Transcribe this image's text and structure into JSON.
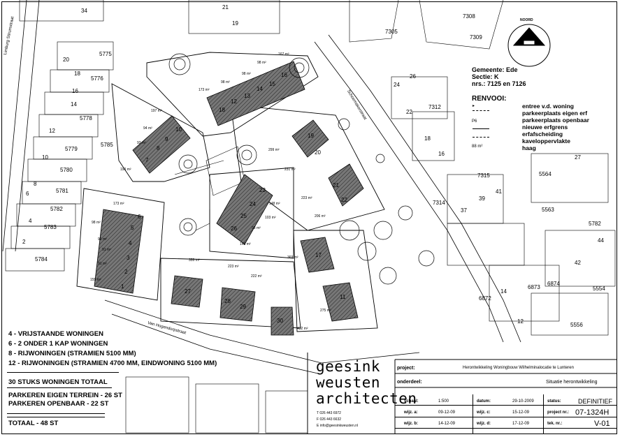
{
  "site_info": {
    "gemeente": "Gemeente: Ede",
    "sectie": "Sectie: K",
    "nrs": "nrs.: 7125 en 7126",
    "north": "NOORD"
  },
  "renvooi": {
    "title": "RENVOOI:",
    "items": [
      "entree v.d. woning",
      "parkeerplaats eigen erf",
      "parkeerplaats openbaar",
      "nieuwe erfgrens",
      "erfafscheiding",
      "kaveloppervlakte",
      "haag"
    ],
    "symbol_p6": "P6",
    "symbol_area": "88 m²"
  },
  "streets": {
    "limburg": "Limburg Stirumstraat",
    "schoemaker": "Schoemakerstraat",
    "hogendorp": "Van Hogendorpstraat"
  },
  "summary": {
    "lines": [
      "4  - VRIJSTAANDE WONINGEN",
      "6  - 2 ONDER 1 KAP WONINGEN",
      "8  - RIJWONINGEN (STRAMIEN 5100 MM)",
      "12 - RIJWONINGEN (STRAMIEN 4700 MM, EINDWONING 5100 MM)"
    ],
    "total_homes": "30 STUKS WONINGEN TOTAAL",
    "parking_private": "PARKEREN EIGEN TERREIN - 26 ST",
    "parking_public": "PARKEREN OPENBAAR - 22 ST",
    "total_parking": "TOTAAL - 48 ST"
  },
  "office": {
    "logo_lines": [
      "geesink",
      "weusten",
      "architecten"
    ],
    "contact": [
      "T  026 443 6972",
      "F  026 443 6632",
      "E  info@geesinkweusten.nl"
    ]
  },
  "title_block": {
    "project_label": "project:",
    "project_value": "Herontwikkeling Woningbouw Wilhelminalocatie te Lunteren",
    "onderdeel_label": "onderdeel:",
    "onderdeel_value": "Situatie herontwikkeling",
    "schaal_label": "schaal:",
    "schaal_value": "1:500",
    "datum_label": "datum:",
    "datum_value": "29-10-2009",
    "status_label": "status:",
    "status_value": "DEFINITIEF",
    "wijz_a_label": "wijz. a:",
    "wijz_a_value": "09-12-09",
    "wijz_c_label": "wijz. c:",
    "wijz_c_value": "15-12-09",
    "projectnr_label": "project nr.:",
    "projectnr_value": "07-1324H",
    "wijz_b_label": "wijz. b:",
    "wijz_b_value": "14-12-09",
    "wijz_d_label": "wijz. d:",
    "wijz_d_value": "17-12-09",
    "tekning_label": "tek. nr.:",
    "tekning_value": "V-01"
  },
  "plot_areas": [
    "167 m²",
    "173 m²",
    "98 m²",
    "98 m²",
    "98 m²",
    "197 m²",
    "94 m²",
    "93 m²",
    "190 m²",
    "299 m²",
    "231 m²",
    "223 m²",
    "206 m²",
    "148 m²",
    "103 m²",
    "98 m²",
    "143 m²",
    "173 m²",
    "98 m²",
    "91 m²",
    "91 m²",
    "91 m²",
    "155 m²",
    "355 m²",
    "223 m²",
    "222 m²",
    "369 m²",
    "275 m²",
    "432 m²"
  ],
  "house_numbers": [
    "18",
    "12",
    "13",
    "14",
    "15",
    "16",
    "10",
    "9",
    "8",
    "7",
    "6",
    "5",
    "4",
    "3",
    "2",
    "1",
    "19",
    "20",
    "21",
    "22",
    "23",
    "24",
    "25",
    "26",
    "27",
    "28",
    "29",
    "30",
    "17",
    "11"
  ],
  "neighbor_labels": [
    "34",
    "21",
    "19",
    "5775",
    "20",
    "18",
    "5776",
    "16",
    "14",
    "5778",
    "5785",
    "12",
    "5779",
    "10",
    "5780",
    "8",
    "5781",
    "6",
    "5782",
    "4",
    "5783",
    "2",
    "5784",
    "7308",
    "7305",
    "7309",
    "26",
    "24",
    "7312",
    "22",
    "18",
    "16",
    "5564",
    "27",
    "7315",
    "39",
    "41",
    "7314",
    "37",
    "5563",
    "5782",
    "44",
    "42",
    "14",
    "6873",
    "6874",
    "6872",
    "12",
    "5556",
    "5554"
  ]
}
